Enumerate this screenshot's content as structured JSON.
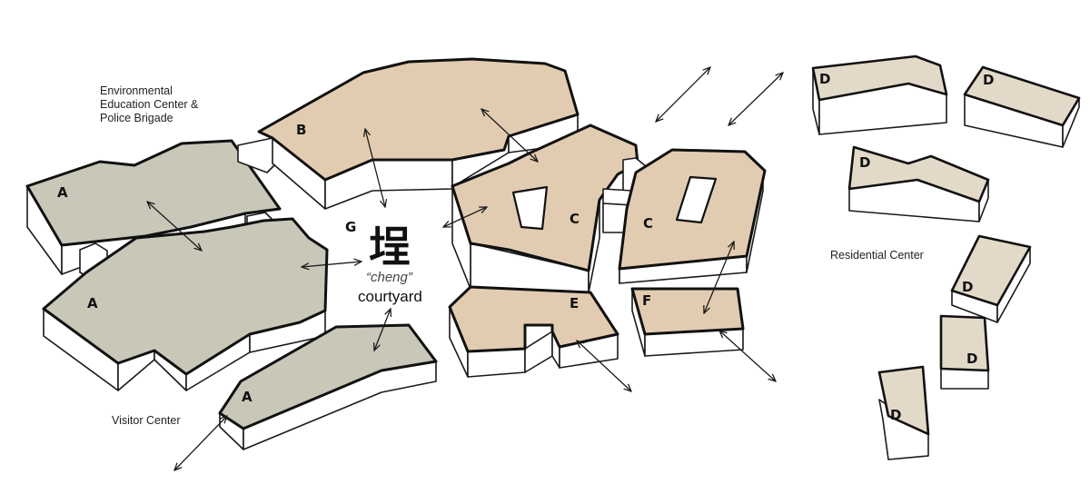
{
  "colors": {
    "zone_a_roof": "#c8c7b8",
    "zone_bc_roof": "#e2ccb1",
    "zone_d_roof": "#e3d9c8",
    "wall": "#ffffff",
    "outline": "#111111"
  },
  "areas": {
    "environmental": [
      "Environmental",
      "Education Center &",
      "Police Brigade"
    ],
    "visitor": "Visitor Center",
    "residential": "Residential Center"
  },
  "buildings": {
    "a": "A",
    "b": "B",
    "c": "C",
    "d": "D",
    "e": "E",
    "f": "F"
  },
  "courtyard": {
    "g": "G",
    "character": "埕",
    "romanized": "“cheng”",
    "label": "courtyard"
  }
}
